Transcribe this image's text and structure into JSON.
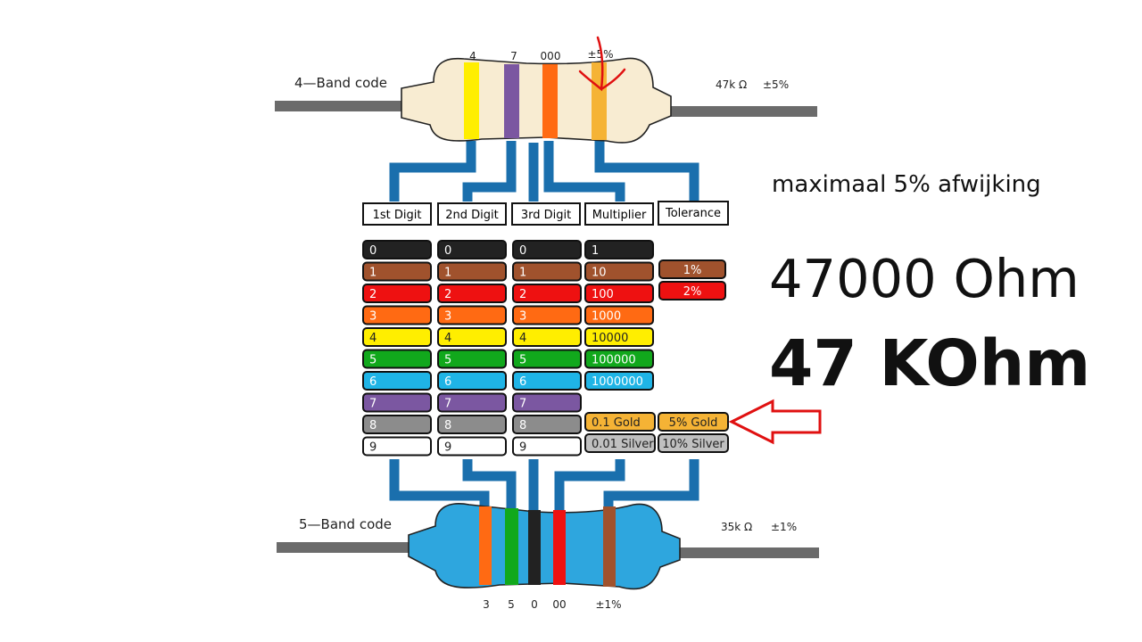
{
  "top": {
    "label": "4—Band code",
    "digits": [
      "4",
      "7",
      "000"
    ],
    "tolerance": "±5%",
    "value": "47k Ω",
    "value_tolerance": "±5%"
  },
  "bottom": {
    "label": "5—Band code",
    "digits": [
      "3",
      "5",
      "0",
      "00"
    ],
    "tolerance": "±1%",
    "value": "35k Ω",
    "value_tolerance": "±1%"
  },
  "headers": [
    "1st Digit",
    "2nd Digit",
    "3rd Digit",
    "Multiplier",
    "Tolerance"
  ],
  "colors": {
    "black": "#222222",
    "brown": "#a0522d",
    "red": "#ee1111",
    "orange": "#ff6a13",
    "yellow": "#ffee00",
    "green": "#11a81c",
    "blue": "#1fb4e6",
    "violet": "#7b57a1",
    "grey": "#8c8c8c",
    "white": "#ffffff",
    "gold": "#f5b335",
    "silver": "#c0c0c0",
    "trace": "#1a6fad",
    "arrow": "#e01010",
    "resistor_top": "#f8ecd2",
    "resistor_bottom": "#2ea6de",
    "lead": "#6b6b6b"
  },
  "digit_values": [
    "0",
    "1",
    "2",
    "3",
    "4",
    "5",
    "6",
    "7",
    "8",
    "9"
  ],
  "digit_colors": [
    "black",
    "brown",
    "red",
    "orange",
    "yellow",
    "green",
    "blue",
    "violet",
    "grey",
    "white"
  ],
  "multiplier_values": [
    "1",
    "10",
    "100",
    "1000",
    "10000",
    "100000",
    "1000000"
  ],
  "multiplier_colors": [
    "black",
    "brown",
    "red",
    "orange",
    "yellow",
    "green",
    "blue"
  ],
  "multiplier_extra": [
    {
      "label": "0.1 Gold",
      "color": "gold"
    },
    {
      "label": "0.01 Silver",
      "color": "silver"
    }
  ],
  "tolerance_items": [
    {
      "label": "1%",
      "color": "brown"
    },
    {
      "label": "2%",
      "color": "red"
    }
  ],
  "tolerance_extra": [
    {
      "label": "5% Gold",
      "color": "gold"
    },
    {
      "label": "10% Silver",
      "color": "silver"
    }
  ],
  "annotation": {
    "note": "maximaal 5% afwijking",
    "ohm": "47000 Ohm",
    "kohm": "47 KOhm"
  }
}
